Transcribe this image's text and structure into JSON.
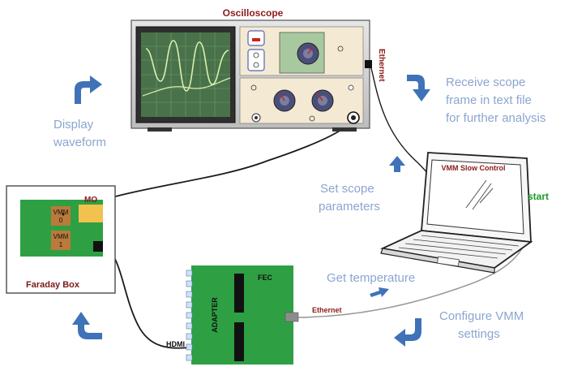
{
  "oscilloscope": {
    "title": "Oscilloscope",
    "ethernet_label": "Ethernet"
  },
  "faraday_box": {
    "label": "Faraday Box",
    "vmm0_line1": "VMM",
    "vmm0_line2": "0",
    "vmm1_line1": "VMM",
    "vmm1_line2": "1",
    "mo_label": "MO"
  },
  "fec_board": {
    "adapter_label": "ADAPTER",
    "fec_label": "FEC",
    "hdmi_label": "HDMI",
    "ethernet_label": "Ethernet"
  },
  "laptop": {
    "screen_title": "VMM Slow Control",
    "start_label": "start"
  },
  "steps": {
    "display_line1": "Display",
    "display_line2": "waveform",
    "receive_line1": "Receive scope",
    "receive_line2": "frame in text file",
    "receive_line3": "for further analysis",
    "setscope_line1": "Set scope",
    "setscope_line2": "parameters",
    "gettemp": "Get temperature",
    "configure_line1": "Configure VMM",
    "configure_line2": "settings"
  },
  "colors": {
    "step_text": "#8aa6cf",
    "arrow_blue": "#3f72b8",
    "dark_red": "#8b1a1a",
    "board_green": "#2ea043",
    "start_green": "#1a9a2a"
  }
}
